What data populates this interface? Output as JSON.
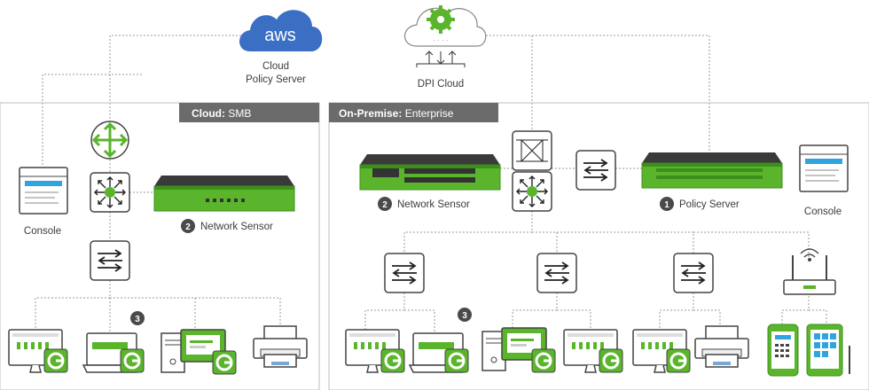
{
  "clouds": {
    "aws_logo": "aws",
    "policy_server_line1": "Cloud",
    "policy_server_line2": "Policy Server",
    "dpi_cloud": "DPI Cloud"
  },
  "sections": {
    "cloud": {
      "bold": "Cloud:",
      "rest": " SMB"
    },
    "onprem": {
      "bold": "On-Premise:",
      "rest": " Enterprise"
    }
  },
  "labels": {
    "console_left": "Console",
    "console_right": "Console",
    "network_sensor_left": "Network Sensor",
    "network_sensor_right": "Network Sensor",
    "policy_server": "Policy Server"
  },
  "badges": {
    "n1": "1",
    "n2_left": "2",
    "n2_right": "2",
    "n3_left": "3",
    "n3_right": "3"
  },
  "colors": {
    "green": "#5ab52c",
    "dark_green": "#3d8f1c",
    "aws_blue": "#3a6fc4",
    "header_gray": "#6b6b6b",
    "badge": "#4a4a4a"
  },
  "icons": [
    "aws-cloud-icon",
    "dpi-cloud-icon",
    "router-icon",
    "core-switch-icon",
    "switch-icon",
    "network-sensor-appliance",
    "policy-server-appliance",
    "console-icon",
    "desktop-icon",
    "laptop-icon",
    "printer-icon",
    "wifi-router-icon",
    "phone-icon",
    "tablet-icon",
    "agent-badge-icon"
  ]
}
